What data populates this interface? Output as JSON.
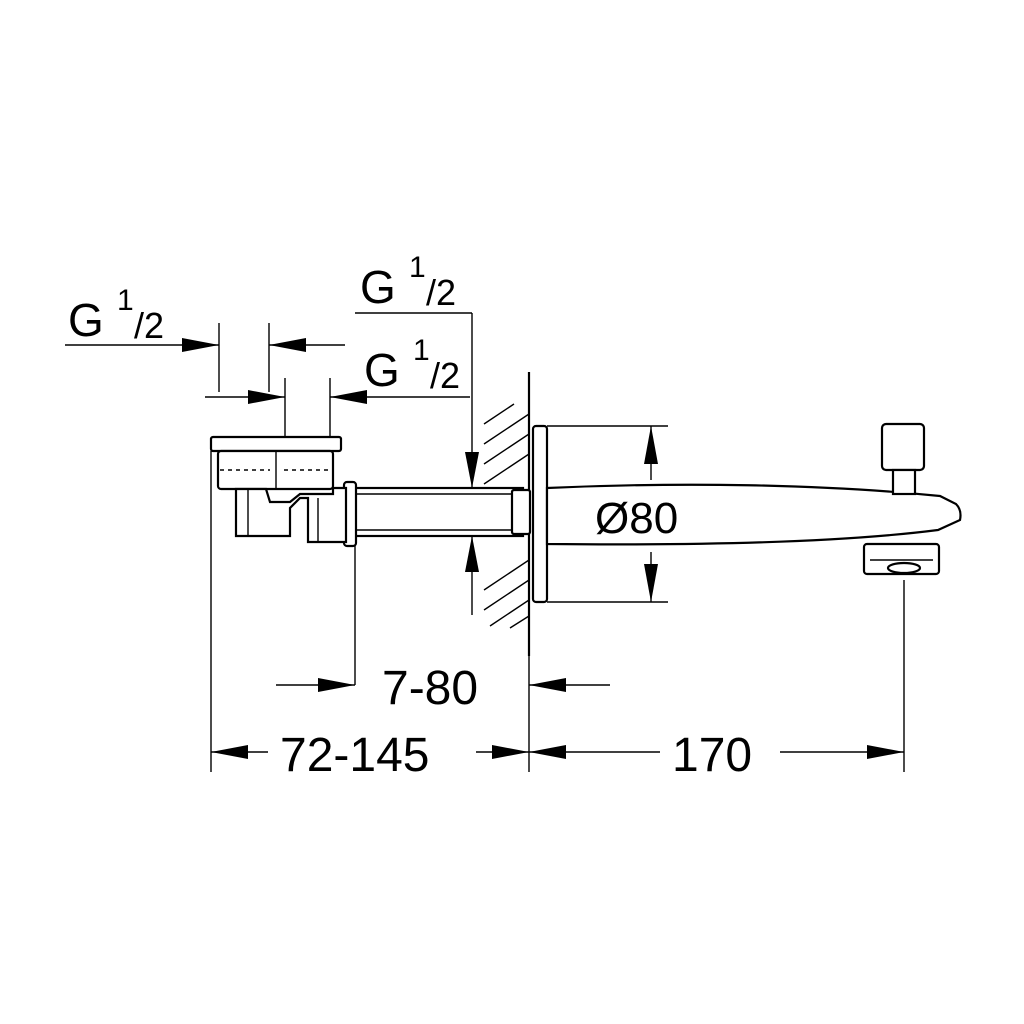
{
  "drawing": {
    "labels": {
      "thread_left_g": "G",
      "thread_left_num": "1",
      "thread_left_den": "/2",
      "thread_top_g": "G",
      "thread_top_num": "1",
      "thread_top_den": "/2",
      "thread_mid_g": "G",
      "thread_mid_num": "1",
      "thread_mid_den": "/2",
      "diameter": "Ø80",
      "wall_thickness": "7-80",
      "install_depth": "72-145",
      "spout_reach": "170"
    }
  }
}
